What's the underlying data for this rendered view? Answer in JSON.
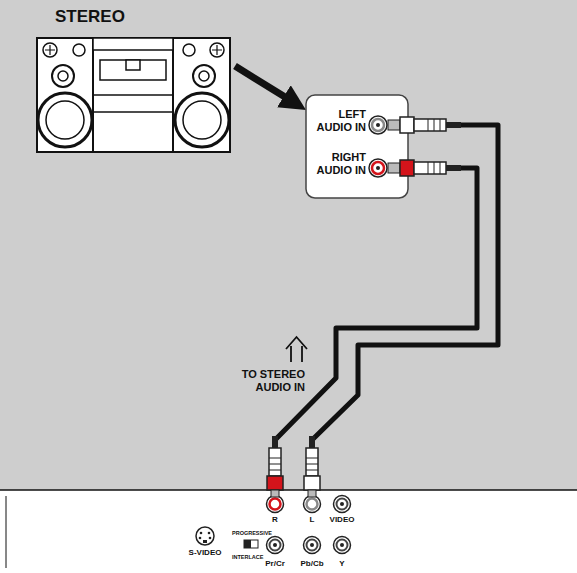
{
  "diagram": {
    "nodes": [
      {
        "text": [
          "STEREO"
        ]
      },
      {
        "text": [
          "LEFT AUDIO IN",
          "RIGHT AUDIO IN"
        ]
      },
      {
        "text": [
          "R",
          "L",
          "VIDEO",
          "S-VIDEO",
          "PROGRESSIVE",
          "INTERLACE",
          "Pr/Cr",
          "Pb/Cb",
          "Y"
        ]
      }
    ],
    "edges": [
      {
        "from": 0,
        "to": 1,
        "arrow": "to"
      },
      {
        "from": 2,
        "to": 1,
        "arrow": "none"
      },
      {
        "from": 2,
        "to": 1,
        "arrow": "none"
      }
    ],
    "labels": [
      "TO STEREO AUDIO IN"
    ]
  }
}
